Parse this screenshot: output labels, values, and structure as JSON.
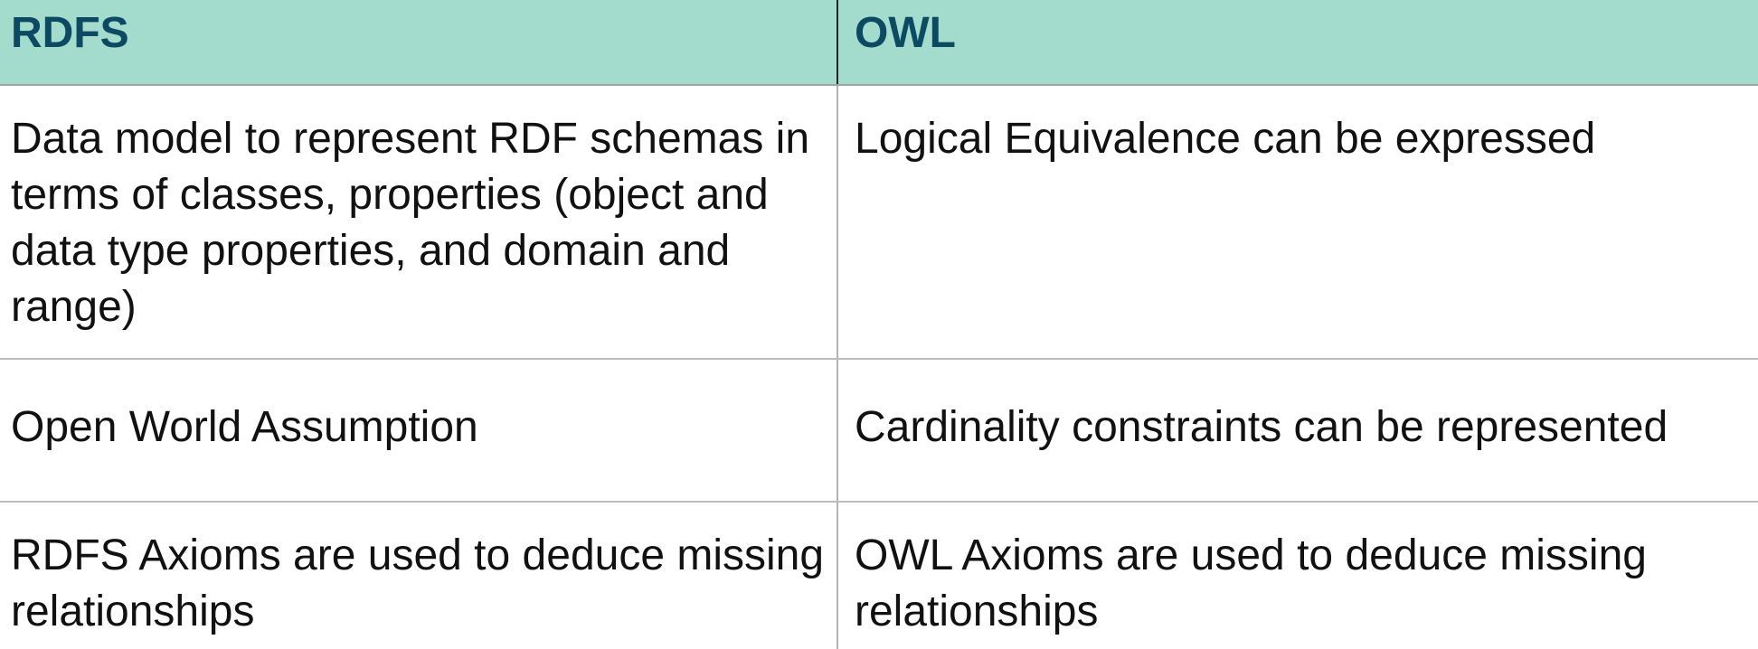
{
  "table": {
    "headers": [
      "RDFS",
      "OWL"
    ],
    "rows": [
      [
        "Data model to represent RDF schemas in terms of classes, properties (object and data type properties, and domain and range)",
        "Logical Equivalence can be expressed"
      ],
      [
        "Open World Assumption",
        "Cardinality constraints can be represented"
      ],
      [
        "RDFS Axioms are used to deduce missing relationships",
        "OWL Axioms are used to deduce missing relationships"
      ]
    ]
  },
  "colors": {
    "header_background": "#a3dccd",
    "header_text": "#0b4a62",
    "body_text": "#111111"
  }
}
